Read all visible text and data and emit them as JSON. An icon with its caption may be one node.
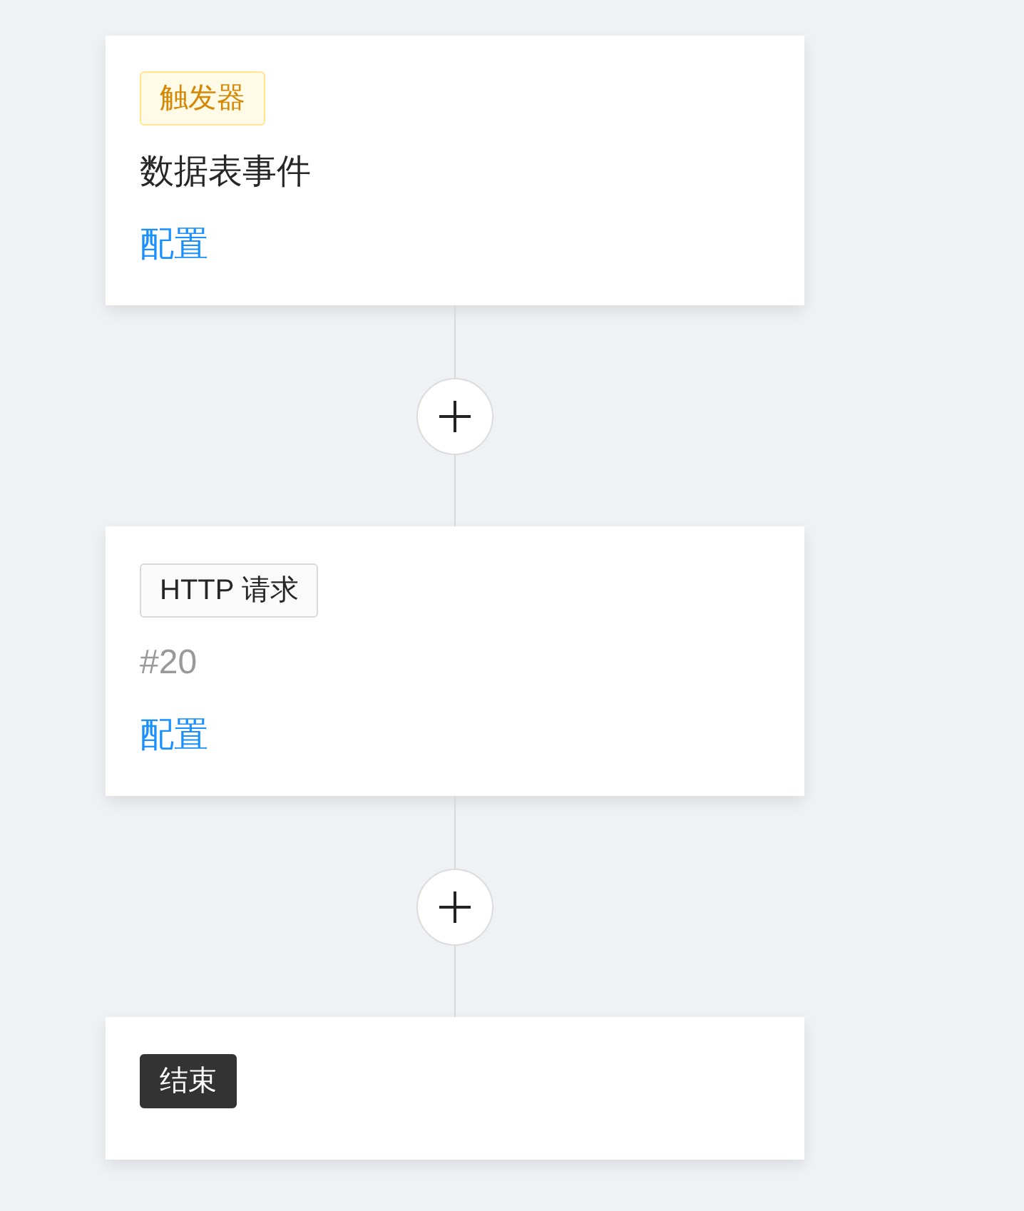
{
  "diagram": {
    "nodes": [
      {
        "text": [
          "数据表事件",
          "配置"
        ]
      },
      {
        "text": [
          "触发器"
        ],
        "in": 0
      },
      {
        "text": [],
        "shape": "circle"
      },
      {
        "text": [
          "#20",
          "配置"
        ]
      },
      {
        "text": [
          "HTTP 请求"
        ],
        "in": 3
      },
      {
        "text": [],
        "shape": "circle"
      },
      {
        "text": [],
        "shape": "box"
      },
      {
        "text": [
          "结束"
        ],
        "in": 6
      }
    ],
    "edges": [
      {
        "from": 0,
        "to": 2,
        "arrow": "none"
      },
      {
        "from": 2,
        "to": 3,
        "arrow": "none"
      },
      {
        "from": 3,
        "to": 5,
        "arrow": "none"
      },
      {
        "from": 5,
        "to": 6,
        "arrow": "none"
      }
    ]
  }
}
